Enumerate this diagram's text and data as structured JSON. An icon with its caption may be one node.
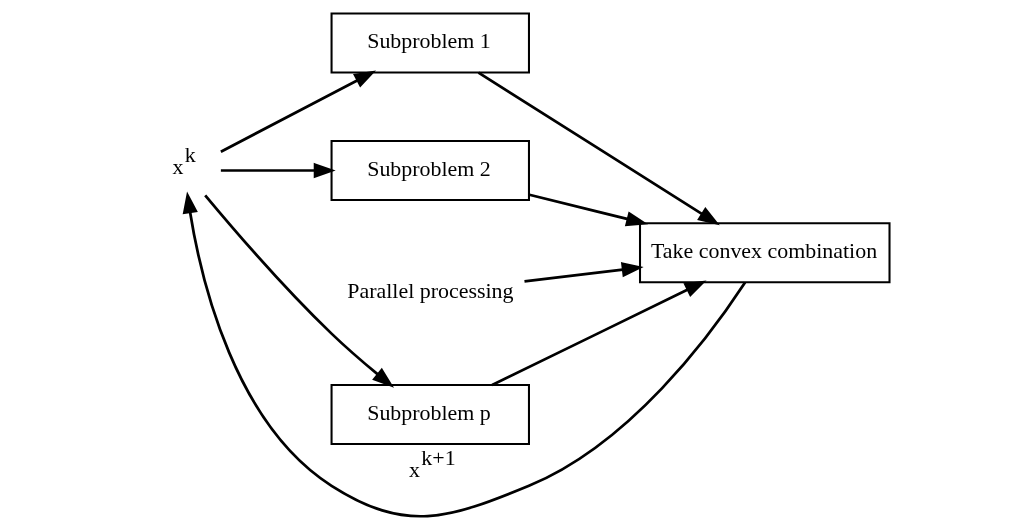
{
  "diagram": {
    "nodes": [
      {
        "text": [
          "x$^{k}$"
        ]
      },
      {
        "text": [
          "Subproblem 1"
        ]
      },
      {
        "text": [
          "Subproblem 2"
        ]
      },
      {
        "text": [
          "Parallel processing"
        ]
      },
      {
        "text": [
          "Subproblem p"
        ]
      },
      {
        "text": [
          "Take convex combination"
        ]
      }
    ],
    "edges": [
      {
        "from": 0,
        "to": 1,
        "arrow": "to"
      },
      {
        "from": 0,
        "to": 2,
        "arrow": "to"
      },
      {
        "from": 0,
        "to": 4,
        "arrow": "to"
      },
      {
        "from": 1,
        "to": 5,
        "arrow": "to"
      },
      {
        "from": 2,
        "to": 5,
        "arrow": "to"
      },
      {
        "from": 3,
        "to": 5,
        "arrow": "to"
      },
      {
        "from": 4,
        "to": 5,
        "arrow": "to"
      },
      {
        "from": 5,
        "to": 0,
        "label": "x$^{k+1}$",
        "arrow": "to"
      }
    ]
  }
}
